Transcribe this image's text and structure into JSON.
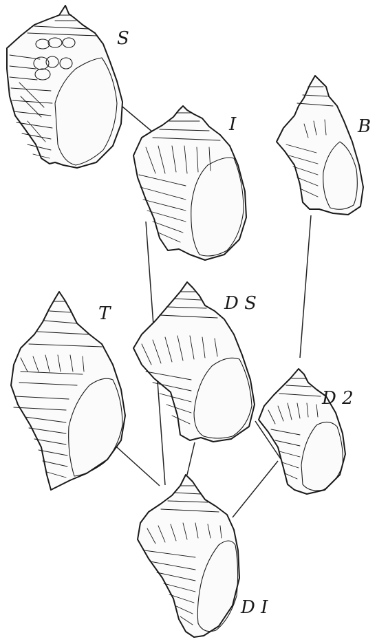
{
  "figure": {
    "shells": [
      {
        "id": "S",
        "label": "S"
      },
      {
        "id": "I",
        "label": "I"
      },
      {
        "id": "B",
        "label": "B"
      },
      {
        "id": "T",
        "label": "T"
      },
      {
        "id": "DS",
        "label": "D S"
      },
      {
        "id": "D2",
        "label": "D 2"
      },
      {
        "id": "D1",
        "label": "D I"
      }
    ],
    "connections": [
      [
        "S",
        "I"
      ],
      [
        "I",
        "D1"
      ],
      [
        "B",
        "D2"
      ],
      [
        "T",
        "D1"
      ],
      [
        "DS",
        "D1"
      ],
      [
        "DS",
        "D2"
      ],
      [
        "D2",
        "D1"
      ]
    ]
  }
}
